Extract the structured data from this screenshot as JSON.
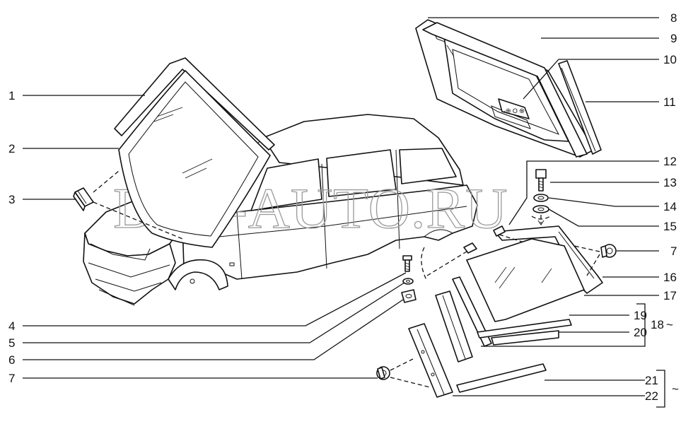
{
  "watermark": "DIM-AUTO.RU",
  "callouts": {
    "c1": "1",
    "c2": "2",
    "c3": "3",
    "c4": "4",
    "c5": "5",
    "c6": "6",
    "c7a": "7",
    "c7b": "7",
    "c8": "8",
    "c9": "9",
    "c10": "10",
    "c11": "11",
    "c12": "12",
    "c13": "13",
    "c14": "14",
    "c15": "15",
    "c16": "16",
    "c17": "17",
    "c18": "18",
    "c19": "19",
    "c20": "20",
    "c21": "21",
    "c22": "22"
  },
  "brackets": {
    "tilde_upper": "~",
    "tilde_lower": "~"
  }
}
